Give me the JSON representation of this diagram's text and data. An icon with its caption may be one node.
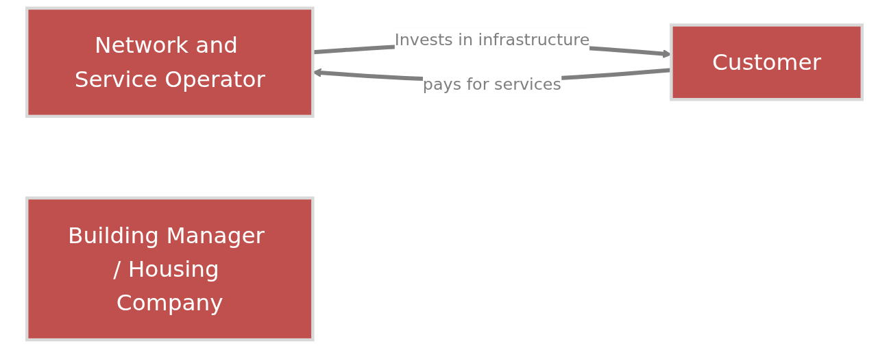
{
  "diagram": {
    "nodes": [
      {
        "text": [
          "Network and Service Operator"
        ]
      },
      {
        "text": [
          "Building Manager / Housing Company"
        ]
      },
      {
        "text": [
          "Customer"
        ]
      }
    ],
    "edges": [
      {
        "from": 2,
        "to": 0,
        "arrow": "to",
        "label": "pays for services"
      },
      {
        "from": 0,
        "to": 2,
        "arrow": "to",
        "label": "Invests in infrastructure"
      }
    ]
  }
}
